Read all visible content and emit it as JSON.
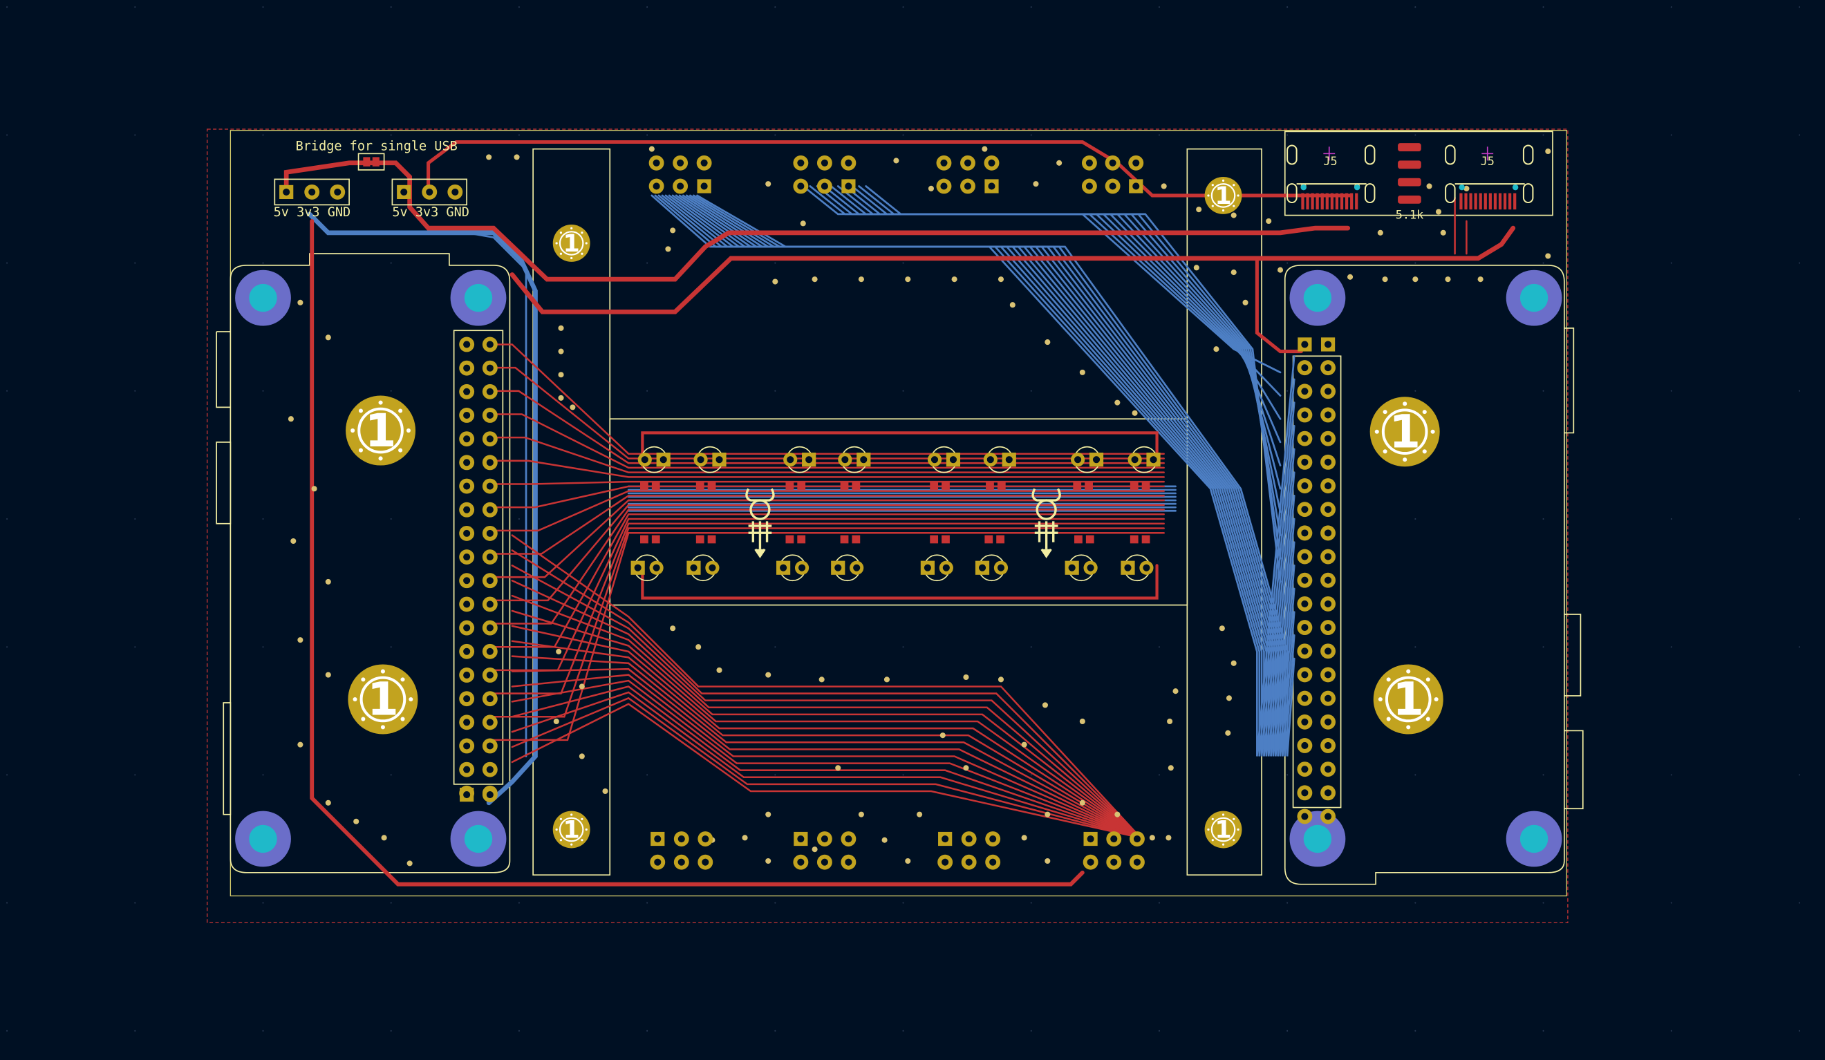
{
  "colors": {
    "background": "#001023",
    "front_copper": "#c83434",
    "back_copper": "#4d7fc4",
    "silkscreen": "#f2eda1",
    "pad": "#c2a31f",
    "via": "#d9c274",
    "mount_outer": "#6b6ec9",
    "mount_inner": "#1fb9c9",
    "edge_cuts": "#d0c86a",
    "courtyard": "#c83434"
  },
  "silkscreen_texts": {
    "bridge_note": "Bridge for single USB",
    "header_a": "5v 3v3 GND",
    "header_b": "5v 3v3 GND",
    "usb_left_ref": "J5",
    "usb_right_ref": "J5",
    "resistor_value": "5.1k",
    "pin_one_marker": "1"
  },
  "icons": {
    "logo": "jellyfish-logo-icon",
    "mount": "mounting-hole-icon"
  }
}
